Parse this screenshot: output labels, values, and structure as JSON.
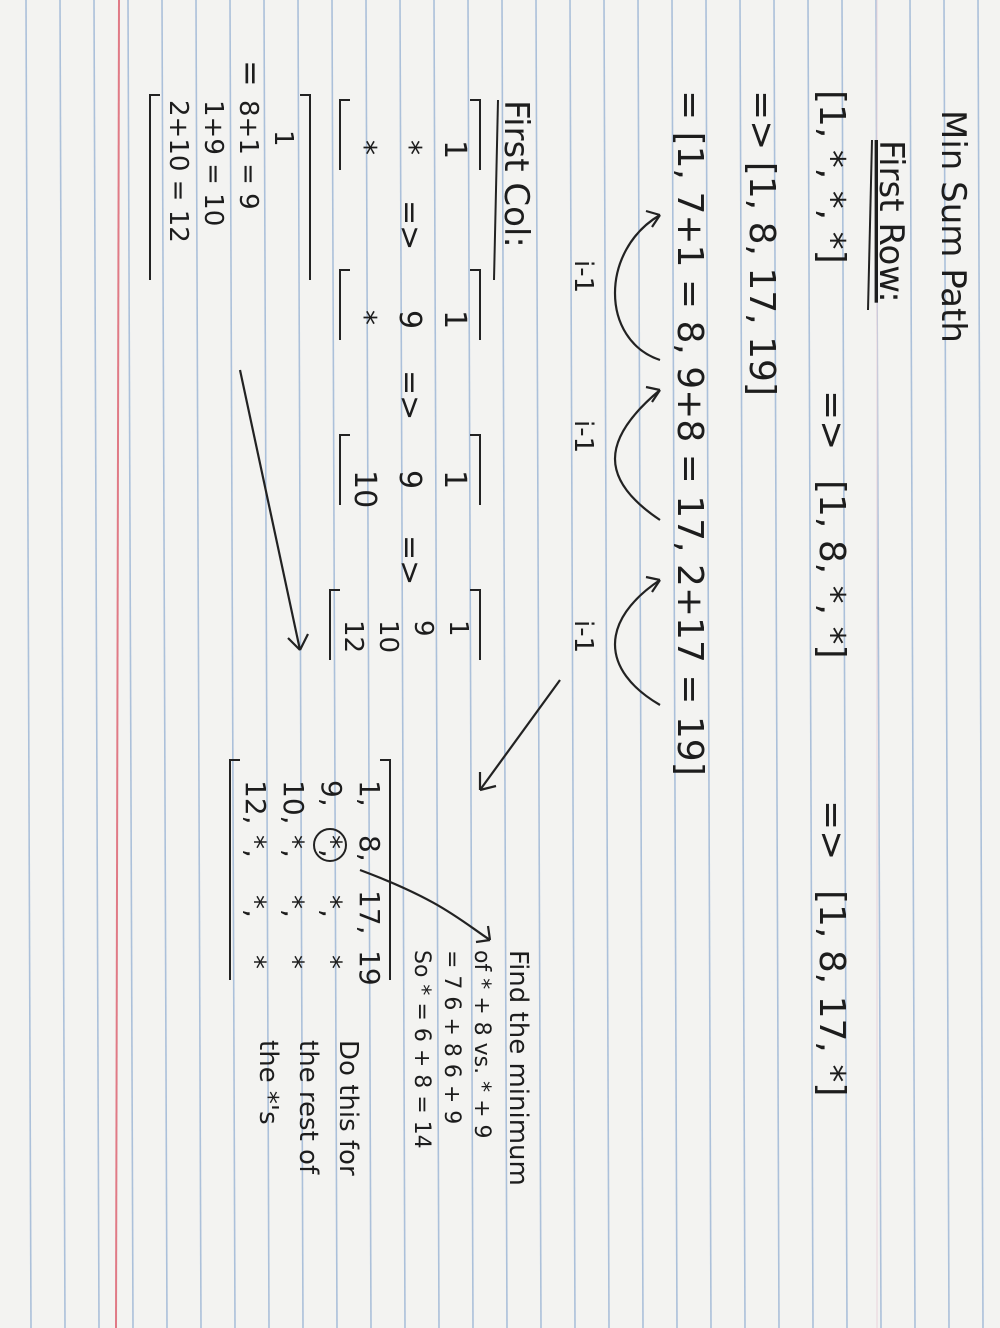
{
  "notebook": {
    "title": "Min Sum Path",
    "first_row_heading": "First Row:",
    "row_line1_left": "[1, *, *, *]",
    "row_line1_arrow1": "=>",
    "row_line1_mid": "[1, 8, *, *]",
    "row_line1_arrow2": "=>",
    "row_line1_right": "[1, 8, 17, *]",
    "row_line2": "=> [1, 8, 17, 19]",
    "row_line3": "= [1, 7+1 = 8, 9+8 = 17, 2+17 = 19]",
    "row_arrow_label_1": "i-1",
    "row_arrow_label_2": "i-1",
    "row_arrow_label_3": "i-1",
    "first_col_heading": "First Col:",
    "col_m1": [
      "1",
      "*",
      "*"
    ],
    "col_m2": [
      "1",
      "9",
      "*"
    ],
    "col_m3": [
      "1",
      "9",
      "10"
    ],
    "col_m4": [
      "1",
      "9",
      "10",
      "12"
    ],
    "col_arrow": "=>",
    "col_equals": "=",
    "col_result": [
      "1",
      "8+1 = 9",
      "1+9 = 10",
      "2+10 = 12"
    ],
    "grid_rows": [
      [
        "1,",
        "8,",
        "17,",
        "19"
      ],
      [
        "9,",
        "*,",
        "*,",
        "*"
      ],
      [
        "10,",
        "*,",
        "*,",
        "*"
      ],
      [
        "12,",
        "*,",
        "*,",
        "*"
      ]
    ],
    "find_note_line1": "Find the minimum",
    "find_note_line2": "of  * + 8  vs.  * + 9",
    "find_note_line3": "= 7 6 + 8       6 + 9",
    "find_note_line4": "So  * = 6 + 8 = 14",
    "do_note_line1": "Do this for",
    "do_note_line2": "the rest of",
    "do_note_line3": "the *'s"
  }
}
